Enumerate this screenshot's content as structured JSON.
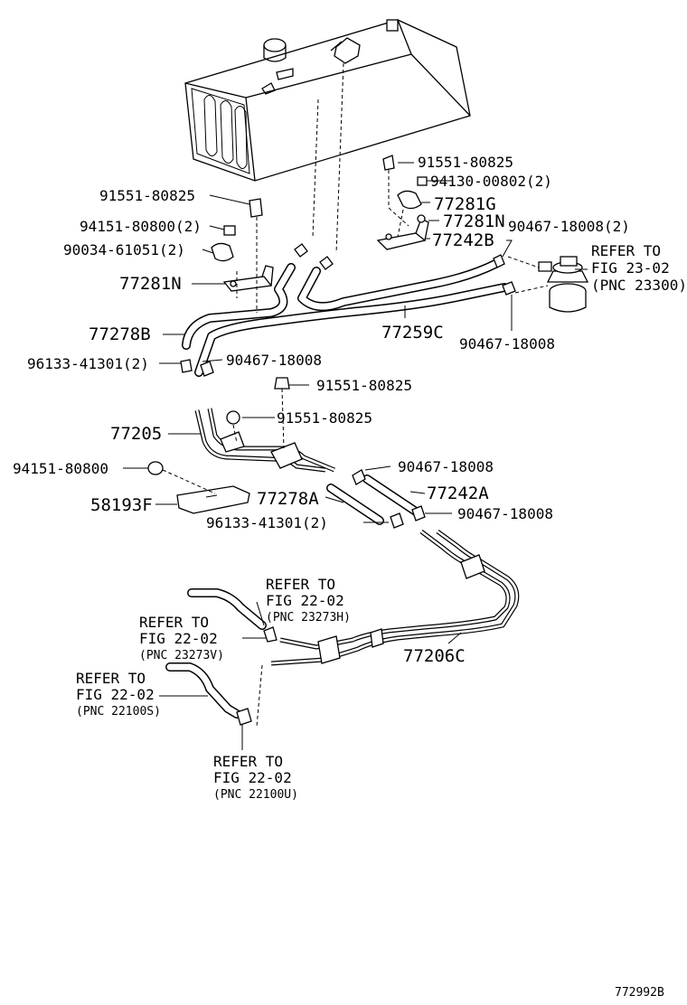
{
  "diagram_id": "772992B",
  "parts": {
    "p_91551_80825_a": "91551-80825",
    "p_94130_00802_2": "94130-00802(2)",
    "p_77281G": "77281G",
    "p_77281N_right": "77281N",
    "p_90467_18008_2": "90467-18008(2)",
    "p_77242B": "77242B",
    "p_91551_80825_b": "91551-80825",
    "p_94151_80800_2": "94151-80800(2)",
    "p_90034_61051_2": "90034-61051(2)",
    "p_77281N_left": "77281N",
    "p_77278B": "77278B",
    "p_77259C": "77259C",
    "p_90467_18008_c": "90467-18008",
    "p_96133_41301_2_a": "96133-41301(2)",
    "p_90467_18008_d": "90467-18008",
    "p_91551_80825_c": "91551-80825",
    "p_77205": "77205",
    "p_91551_80825_d": "91551-80825",
    "p_94151_80800": "94151-80800",
    "p_90467_18008_e": "90467-18008",
    "p_58193F": "58193F",
    "p_77278A": "77278A",
    "p_77242A": "77242A",
    "p_96133_41301_2_b": "96133-41301(2)",
    "p_90467_18008_f": "90467-18008",
    "p_77206C": "77206C"
  },
  "references": {
    "fig2302": {
      "line1": "REFER TO",
      "line2": "FIG 23-02",
      "line3": "(PNC 23300)"
    },
    "fig2202_h": {
      "line1": "REFER TO",
      "line2": "FIG 22-02",
      "line3": "(PNC 23273H)"
    },
    "fig2202_v": {
      "line1": "REFER TO",
      "line2": "FIG 22-02",
      "line3": "(PNC 23273V)"
    },
    "fig2202_s": {
      "line1": "REFER TO",
      "line2": "FIG 22-02",
      "line3": "(PNC 22100S)"
    },
    "fig2202_u": {
      "line1": "REFER TO",
      "line2": "FIG 22-02",
      "line3": "(PNC 22100U)"
    }
  }
}
